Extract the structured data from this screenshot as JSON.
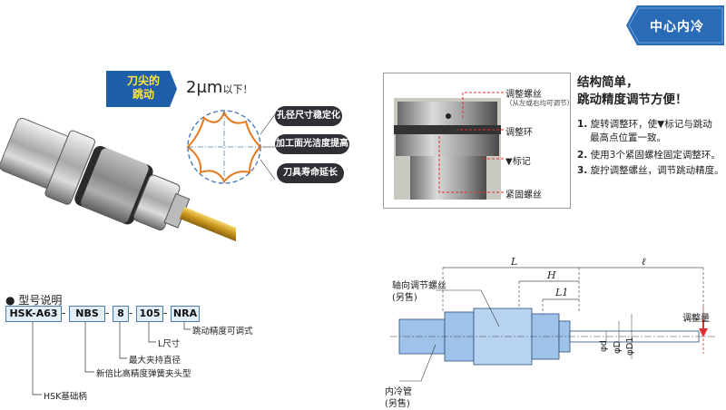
{
  "badge": {
    "label": "中心内冷"
  },
  "runout": {
    "banner_line1": "刀尖的",
    "banner_line2": "跳动",
    "value": "2μm",
    "suffix": "以下！"
  },
  "benefits": [
    "孔径尺寸稳定化",
    "加工面光洁度提高",
    "刀具寿命延长"
  ],
  "model": {
    "heading": "型号说明",
    "codes": [
      "HSK-A63",
      "NBS",
      "8",
      "105",
      "NRA"
    ],
    "annotations": {
      "NRA": "跳动精度可调式",
      "105": "L尺寸",
      "8": "最大夹持直径",
      "NBS": "新倍比高精度弹簧夹头型",
      "HSK-A63": "HSK基础柄"
    }
  },
  "features": {
    "title_line1": "结构简单，",
    "title_line2": "跳动精度调节方便！",
    "steps": [
      {
        "num": "1.",
        "line1": "旋转调整环，使▼标记与跳动",
        "line2": "最高点位置一致。"
      },
      {
        "num": "2.",
        "line1": "使用3个紧固螺栓固定调整环。"
      },
      {
        "num": "3.",
        "line1": "旋拧调整螺丝，调节跳动精度。"
      }
    ]
  },
  "photo_callouts": {
    "adjust_screw": "调整螺丝",
    "adjust_screw_note": "（从左或右均可调节）",
    "adjust_ring": "调整环",
    "mark": "▼标记",
    "lock_screw": "紧固螺丝"
  },
  "drawing": {
    "L": "L",
    "H": "H",
    "L1": "L1",
    "ell": "ℓ",
    "phi_d": "φd",
    "phi_D": "φD",
    "phi_D1": "φD1",
    "axial_screw_line1": "轴向调节螺丝",
    "axial_screw_line2": "(另售)",
    "coolant_pipe_line1": "内冷管",
    "coolant_pipe_line2": "(另售)",
    "adjust_amount": "调整量"
  },
  "colors": {
    "badge_blue": "#2a6bb5",
    "banner_blue": "#1f5ea8",
    "banner_text": "#ffe640",
    "drawing_blue": "#9fc2e8",
    "red_dashed": "#e03030"
  }
}
